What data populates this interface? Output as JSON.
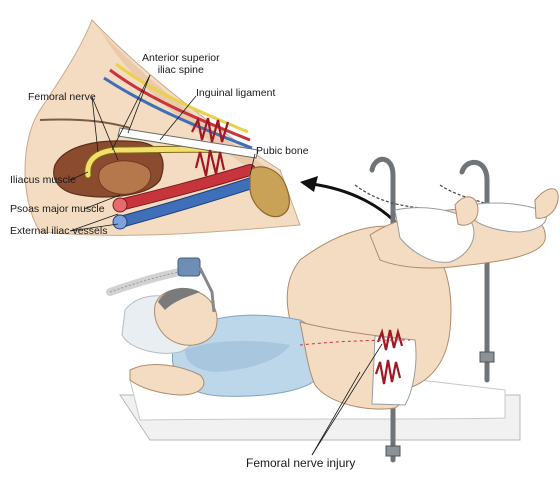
{
  "labels": {
    "anterior_superior_iliac_spine": [
      "Anterior superior",
      "iliac spine"
    ],
    "inguinal_ligament": "Inguinal ligament",
    "femoral_nerve": "Femoral nerve",
    "pubic_bone": "Pubic bone",
    "iliacus_muscle": "Iliacus muscle",
    "psoas_major_muscle": "Psoas major muscle",
    "external_iliac_vessels": "External iliac vessels",
    "femoral_nerve_injury": "Femoral nerve injury"
  },
  "colors": {
    "skin": "#f3dcc2",
    "skin_shade": "#e3c2a2",
    "gown": "#bcd6ea",
    "gown_shade": "#9fbfd9",
    "muscle": "#8a4b2e",
    "nerve": "#f2e06a",
    "artery": "#c8343b",
    "vein": "#3f6fb8",
    "suture": "#a01825",
    "bone": "#c9a257",
    "stirrup": "#6f7479"
  },
  "icons": {
    "arrow": "curved-arrow-icon",
    "suture": "suture-icon",
    "stirrup": "stirrup-pole-icon",
    "mask": "anesthesia-mask-icon"
  }
}
